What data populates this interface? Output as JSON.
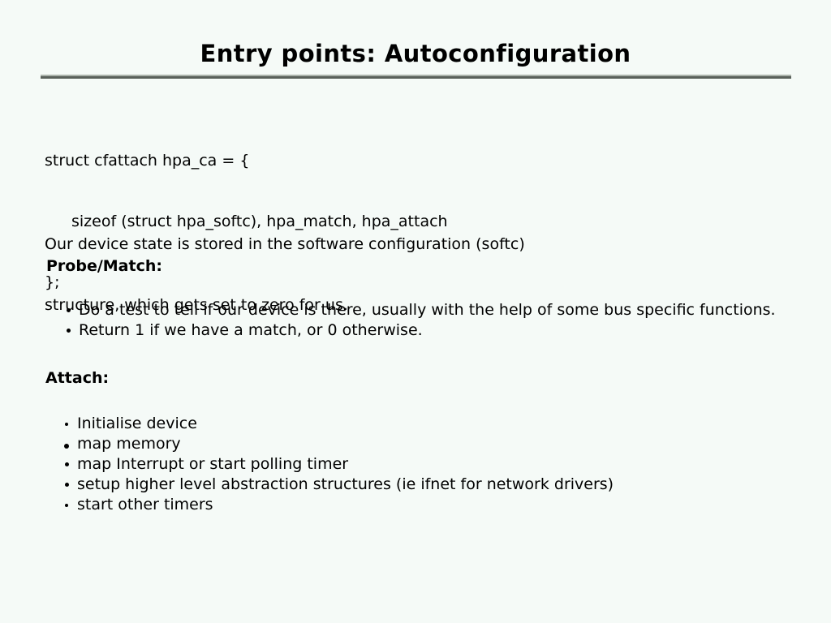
{
  "slide": {
    "title": "Entry points: Autoconfiguration",
    "background_color": "#f5faf7",
    "text_color": "#000000",
    "rule": {
      "light_color": "#aab2aa",
      "dark_color": "#59605a"
    },
    "code": {
      "line1": "struct cfattach hpa_ca = {",
      "line2": "sizeof (struct hpa_softc), hpa_match, hpa_attach",
      "line3": "};"
    },
    "paragraph": {
      "line1": "Our device state is stored in the software configuration (softc)",
      "line2": "structure, which gets set to zero for us."
    },
    "probe_section": {
      "heading": "Probe/Match:",
      "bullets": [
        "Do a test to tell if our device is there, usually with the help of some bus specific functions.",
        "Return 1 if we have a match, or 0 otherwise."
      ]
    },
    "attach_section": {
      "heading": "Attach:",
      "bullets": [
        "Initialise device",
        "map memory",
        "map Interrupt or start polling timer",
        "setup higher level abstraction structures (ie ifnet for network drivers)",
        "start other timers"
      ]
    }
  }
}
